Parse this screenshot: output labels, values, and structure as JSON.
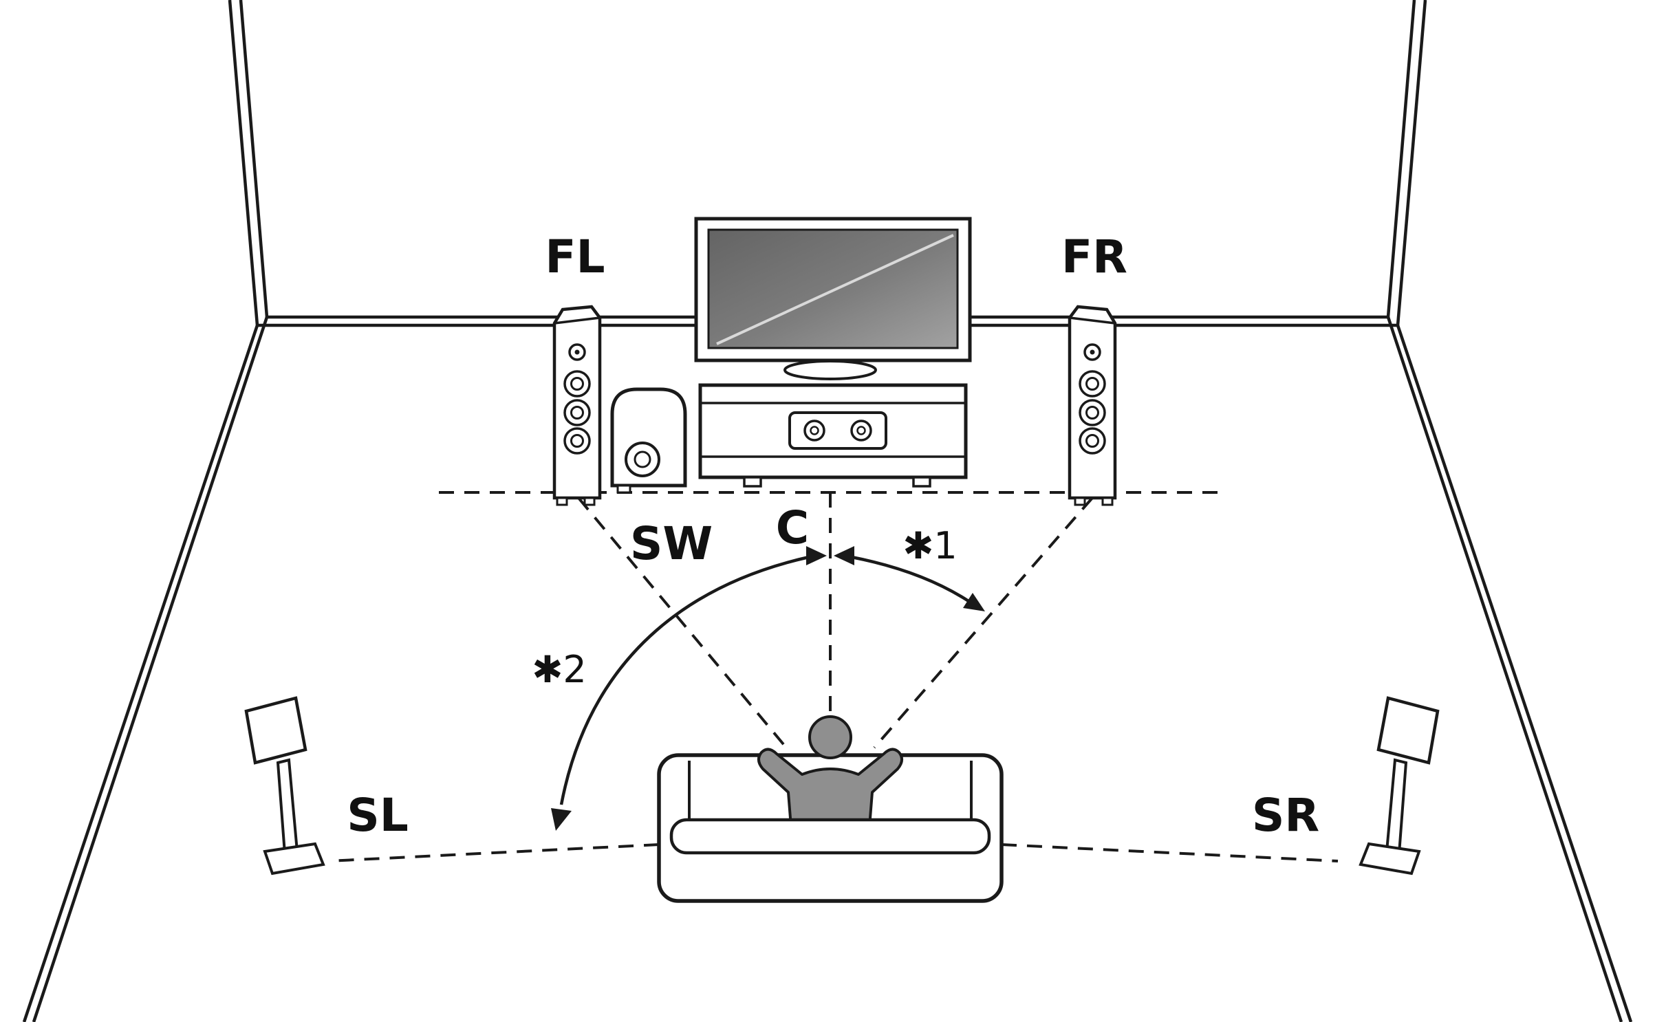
{
  "diagram": {
    "kind": "surround-speaker-placement-diagram",
    "labels": {
      "front_left": "FL",
      "front_right": "FR",
      "subwoofer": "SW",
      "center": "C",
      "surround_left": "SL",
      "surround_right": "SR",
      "angle_note_front": "✱1",
      "angle_note_surround": "✱2"
    },
    "colors": {
      "ink": "#1a1a1a",
      "background": "#ffffff",
      "tv_screen_dark": "#646464",
      "tv_screen_light": "#a2a2a2",
      "listener_fill": "#8f8f8f"
    }
  }
}
